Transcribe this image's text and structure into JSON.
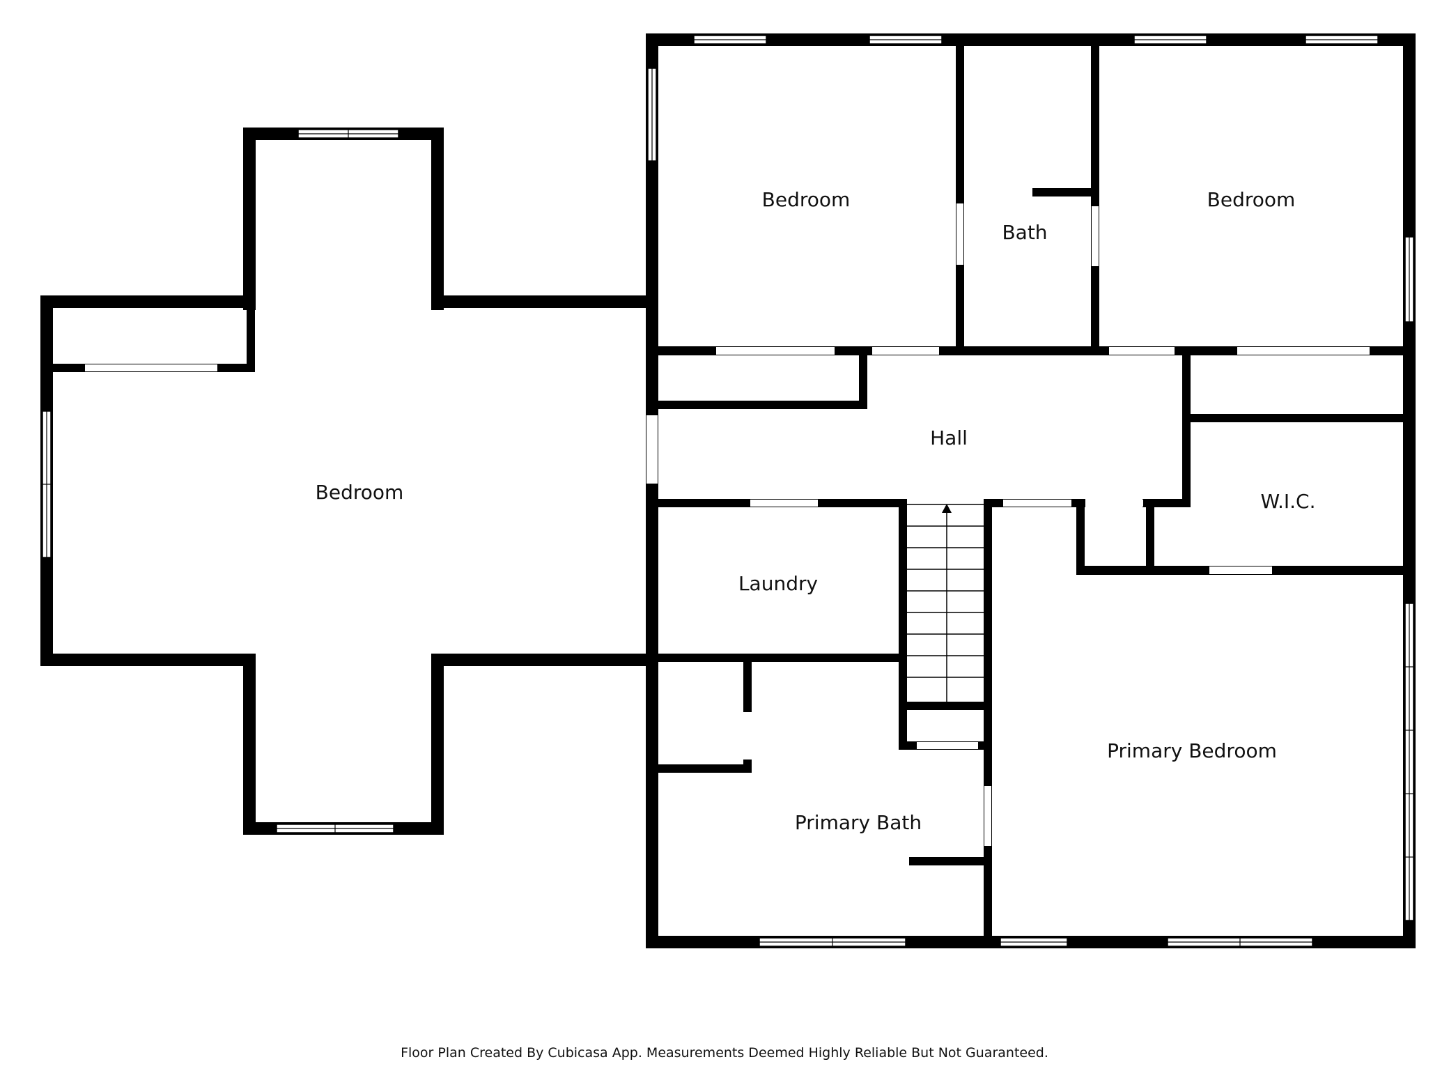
{
  "rooms": {
    "bedroom_west": "Bedroom",
    "bedroom_north_left": "Bedroom",
    "bath": "Bath",
    "bedroom_north_right": "Bedroom",
    "hall": "Hall",
    "wic": "W.I.C.",
    "laundry": "Laundry",
    "primary_bath": "Primary Bath",
    "primary_bedroom": "Primary Bedroom"
  },
  "footer": "Floor Plan Created By Cubicasa App. Measurements Deemed Highly Reliable But Not Guaranteed.",
  "colors": {
    "wall": "#000000",
    "background": "#ffffff"
  }
}
